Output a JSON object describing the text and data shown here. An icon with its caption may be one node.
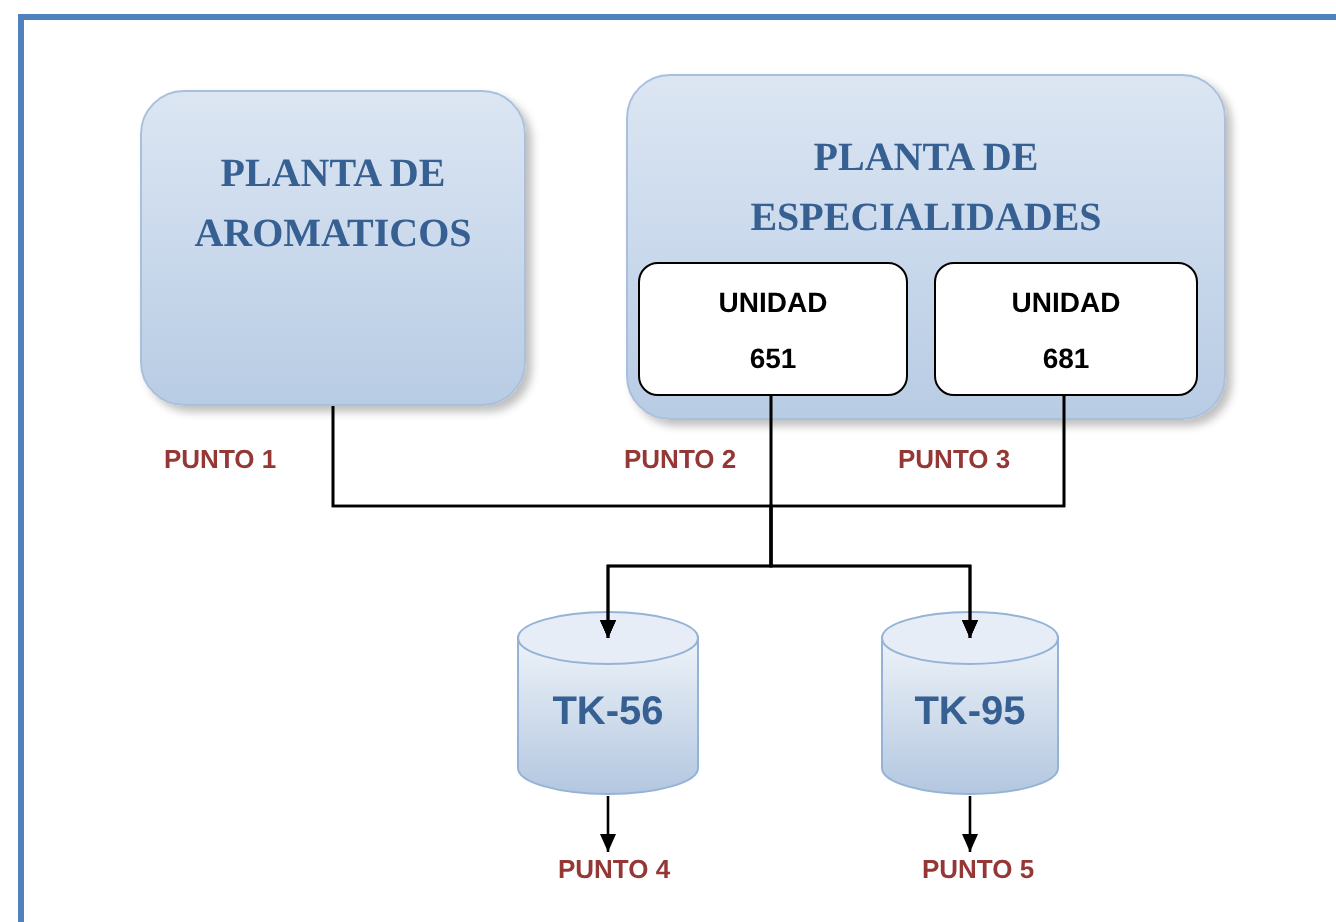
{
  "diagram": {
    "nodes": [
      {
        "text": [
          "PLANTA DE AROMATICOS"
        ]
      },
      {
        "text": [
          "PLANTA DE ESPECIALIDADES"
        ]
      },
      {
        "text": [
          "UNIDAD 651"
        ],
        "in": 1
      },
      {
        "text": [
          "UNIDAD 681"
        ],
        "in": 1
      },
      {
        "text": [
          "TK-56"
        ]
      },
      {
        "text": [
          "TK-95"
        ]
      },
      {
        "text": [
          "PUNTO 4"
        ]
      },
      {
        "text": [
          "PUNTO 5"
        ]
      }
    ],
    "edges": [
      {
        "from": 0,
        "to": 4,
        "arrow": "to"
      },
      {
        "from": 0,
        "to": 5,
        "arrow": "to"
      },
      {
        "from": 2,
        "to": 4,
        "arrow": "to"
      },
      {
        "from": 2,
        "to": 5,
        "arrow": "to"
      },
      {
        "from": 3,
        "to": 4,
        "arrow": "to"
      },
      {
        "from": 3,
        "to": 5,
        "arrow": "to"
      },
      {
        "from": 4,
        "to": 6,
        "arrow": "to"
      },
      {
        "from": 5,
        "to": 7,
        "arrow": "to"
      }
    ],
    "labels": [
      "PUNTO 1",
      "PUNTO 2",
      "PUNTO 3"
    ]
  }
}
